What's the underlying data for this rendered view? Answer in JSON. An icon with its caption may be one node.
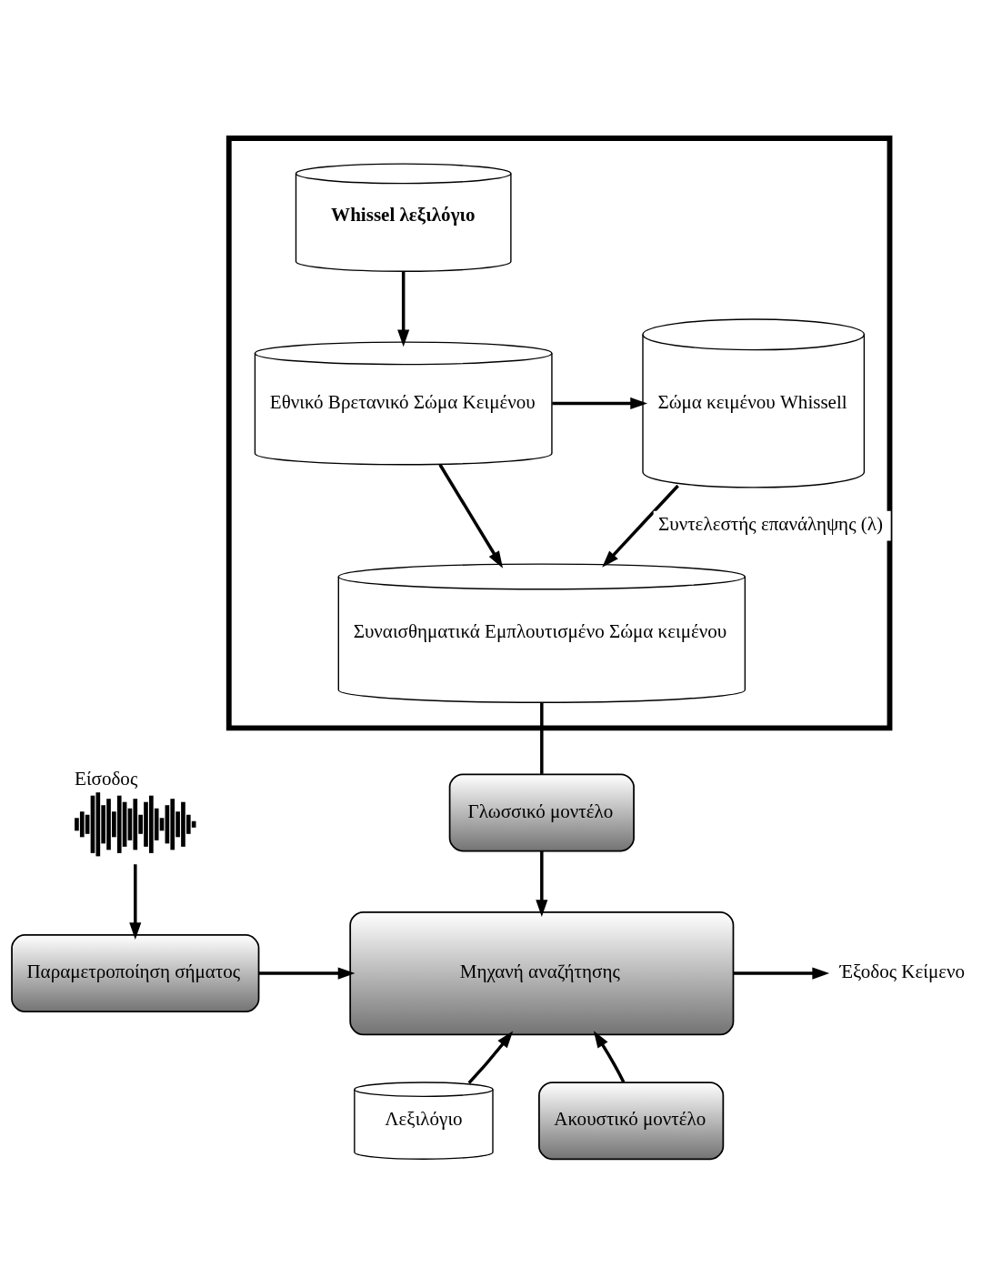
{
  "diagram": {
    "nodes": [
      {
        "text": [],
        "shape": "box"
      },
      {
        "text": [
          "Whissel λεξιλόγιο"
        ],
        "in": 0
      },
      {
        "text": [
          "Εθνικό Βρετανικό Σώμα Κειμένου"
        ],
        "in": 0
      },
      {
        "text": [
          "Σώμα κειμένου Whissell"
        ],
        "in": 0
      },
      {
        "text": [
          "Συναισθηματικά Εμπλουτισμένο Σώμα κειμένου"
        ],
        "in": 0
      },
      {
        "text": [],
        "shape": "picture",
        "beside": [
          "Είσοδος"
        ]
      },
      {
        "text": [
          "Γλωσσικό μοντέλο"
        ]
      },
      {
        "text": [
          "Παραμετροποίηση σήματος"
        ]
      },
      {
        "text": [
          "Μηχανή αναζήτησης"
        ]
      },
      {
        "text": [
          "Λεξιλόγιο"
        ]
      },
      {
        "text": [
          "Ακουστικό μοντέλο"
        ]
      },
      {
        "text": [
          "Έξοδος Κείμενο"
        ]
      }
    ],
    "edges": [
      {
        "from": 1,
        "to": 2,
        "arrow": "to"
      },
      {
        "from": 2,
        "to": 3,
        "arrow": "to"
      },
      {
        "from": 2,
        "to": 4,
        "arrow": "to"
      },
      {
        "from": 3,
        "to": 4,
        "arrow": "to",
        "label": "Συντελεστής επανάληψης (λ)"
      },
      {
        "from": 4,
        "to": 6,
        "arrow": "none"
      },
      {
        "from": 5,
        "to": 7,
        "arrow": "to"
      },
      {
        "from": 6,
        "to": 8,
        "arrow": "to"
      },
      {
        "from": 7,
        "to": 8,
        "arrow": "to"
      },
      {
        "from": 9,
        "to": 8,
        "arrow": "to"
      },
      {
        "from": 10,
        "to": 8,
        "arrow": "to"
      },
      {
        "from": 8,
        "to": 11,
        "arrow": "to"
      }
    ]
  }
}
